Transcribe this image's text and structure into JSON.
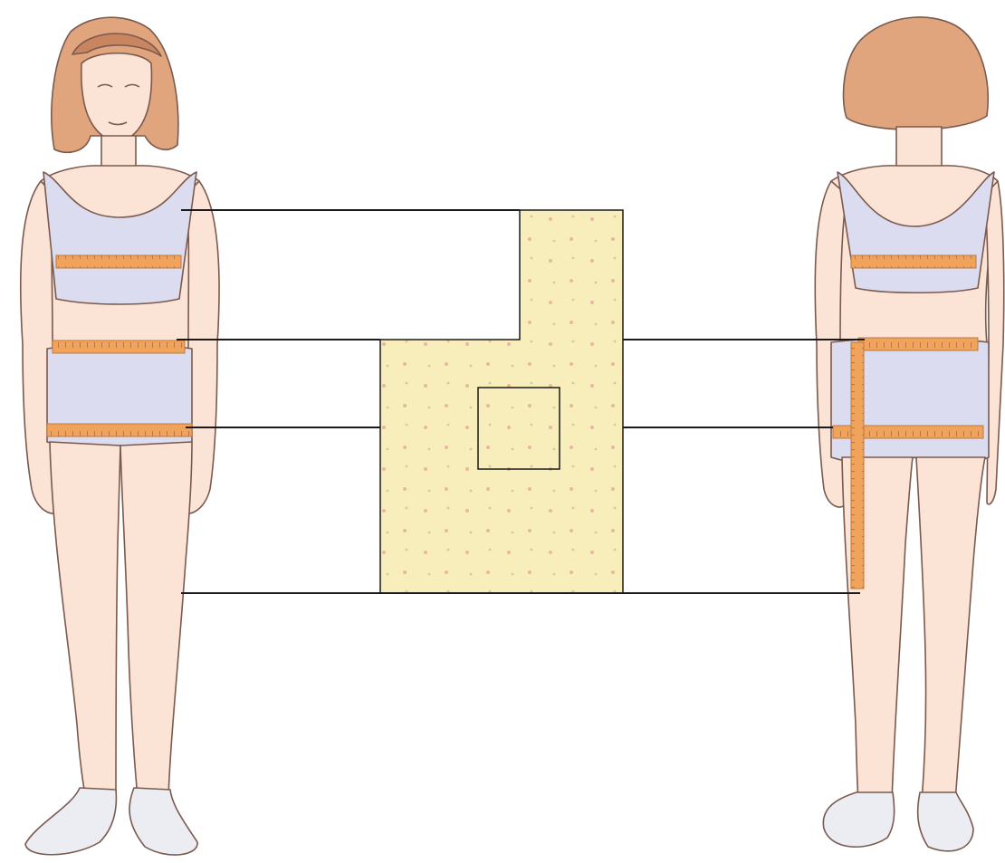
{
  "colors": {
    "background": "#ffffff",
    "skin": "#fbe3d6",
    "skin_outline": "#7a5a4e",
    "hair": "#e1a57e",
    "hair_shade": "#c98560",
    "underwear": "#dcdcf1",
    "measuring_tape": "#f0a35a",
    "fabric": "#f8eebb",
    "fabric_dots": "#e7b7a3",
    "lines": "#1a1a1a",
    "sock": "#ececf3"
  },
  "figures": [
    {
      "view": "front"
    },
    {
      "view": "back"
    }
  ],
  "measurement_lines": [
    "chest",
    "waist",
    "hips",
    "side-length"
  ]
}
